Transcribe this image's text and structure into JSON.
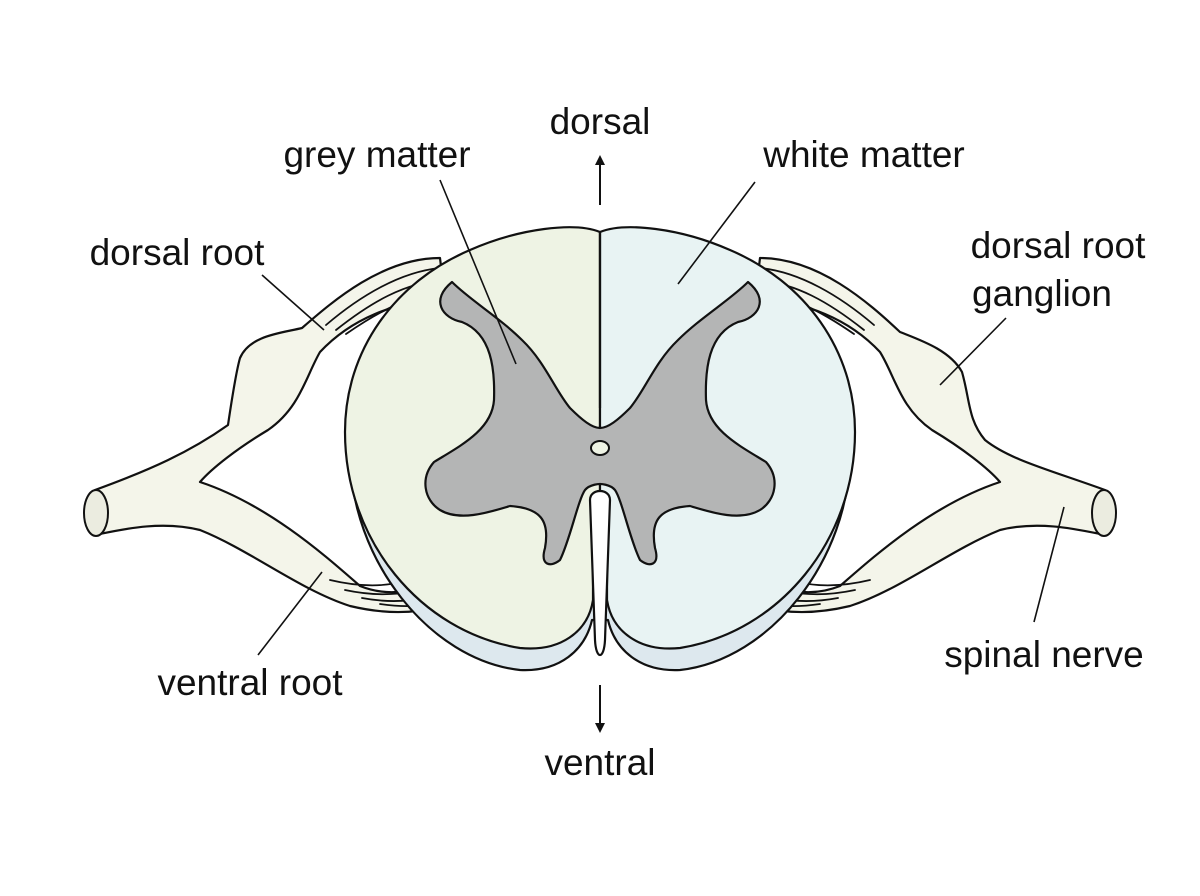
{
  "labels": {
    "dorsal": "dorsal",
    "ventral": "ventral",
    "grey_matter": "grey matter",
    "white_matter": "white matter",
    "dorsal_root": "dorsal root",
    "dorsal_root_ganglion_line1": "dorsal root",
    "dorsal_root_ganglion_line2": "ganglion",
    "ventral_root": "ventral root",
    "spinal_nerve": "spinal nerve"
  },
  "colors": {
    "white_matter_left": "#eef3e4",
    "white_matter_right": "#e8f3f3",
    "white_matter_rim": "#dde8ee",
    "grey_matter": "#b4b5b5",
    "nerve": "#f4f5ea",
    "outline": "#111111"
  }
}
